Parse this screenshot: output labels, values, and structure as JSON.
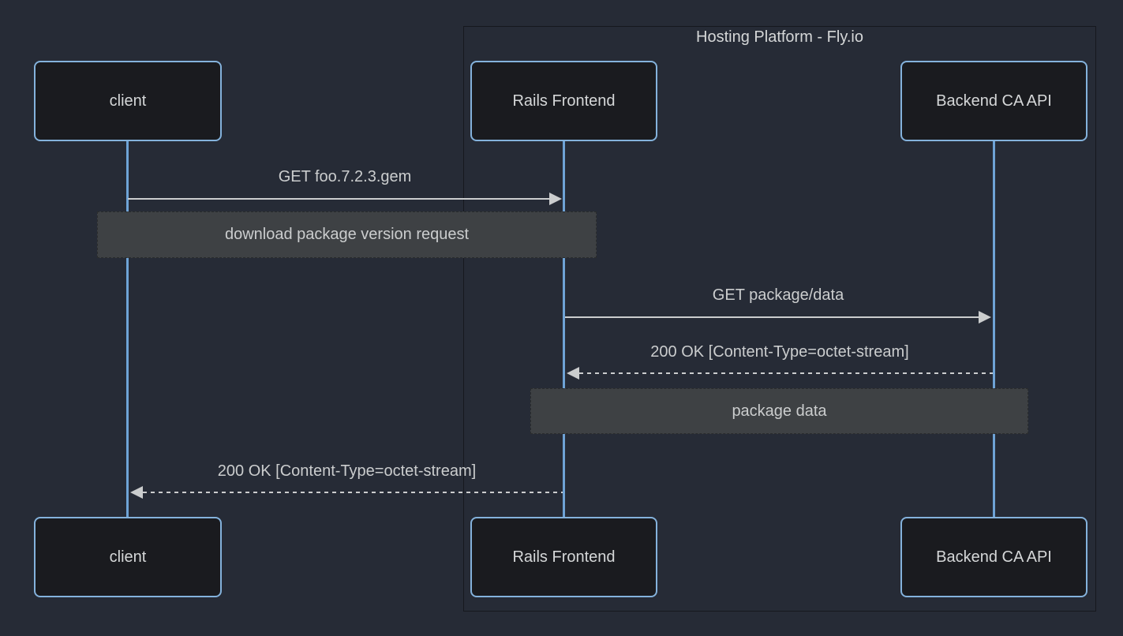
{
  "diagram": {
    "type": "sequence",
    "boundary": {
      "title": "Hosting Platform - Fly.io"
    },
    "actors": [
      {
        "id": "client",
        "name": "client"
      },
      {
        "id": "rails-frontend",
        "name": "Rails Frontend"
      },
      {
        "id": "backend-ca-api",
        "name": "Backend CA API"
      }
    ],
    "messages": [
      {
        "from": "client",
        "to": "rails-frontend",
        "label": "GET foo.7.2.3.gem",
        "style": "solid"
      },
      {
        "from": "rails-frontend",
        "to": "backend-ca-api",
        "label": "GET package/data",
        "style": "solid"
      },
      {
        "from": "backend-ca-api",
        "to": "rails-frontend",
        "label": "200 OK [Content-Type=octet-stream]",
        "style": "dashed"
      },
      {
        "from": "rails-frontend",
        "to": "client",
        "label": "200 OK [Content-Type=octet-stream]",
        "style": "dashed"
      }
    ],
    "notes": [
      {
        "over": [
          "client",
          "rails-frontend"
        ],
        "text": "download package version request"
      },
      {
        "over": [
          "rails-frontend",
          "backend-ca-api"
        ],
        "text": "package data"
      }
    ],
    "colors": {
      "background": "#262b36",
      "actor_fill": "#1a1b1f",
      "actor_border": "#84b2dc",
      "lifeline": "#6ea3d6",
      "signal": "#cbcdce",
      "text": "#d5d7d8",
      "note_fill": "#3e4144",
      "note_border": "#2a2c2d",
      "boundary_border": "#16181e"
    }
  }
}
